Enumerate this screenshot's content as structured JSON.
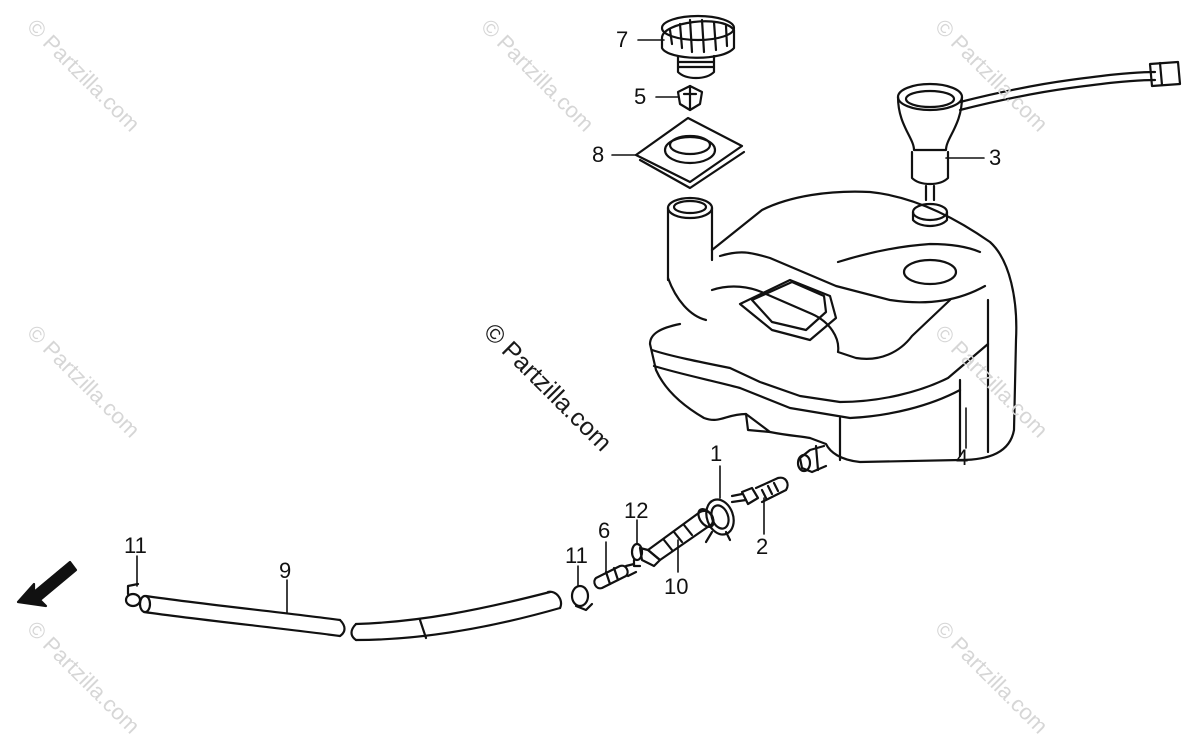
{
  "callouts": {
    "c1": "1",
    "c2": "2",
    "c3": "3",
    "c4": "4",
    "c5": "5",
    "c6": "6",
    "c7": "7",
    "c8": "8",
    "c9": "9",
    "c10": "10",
    "c11a": "11",
    "c11b": "11",
    "c12": "12"
  },
  "direction_label": "FWD",
  "center_watermark": "© Partzilla.com",
  "watermark": "© Partzilla.com"
}
